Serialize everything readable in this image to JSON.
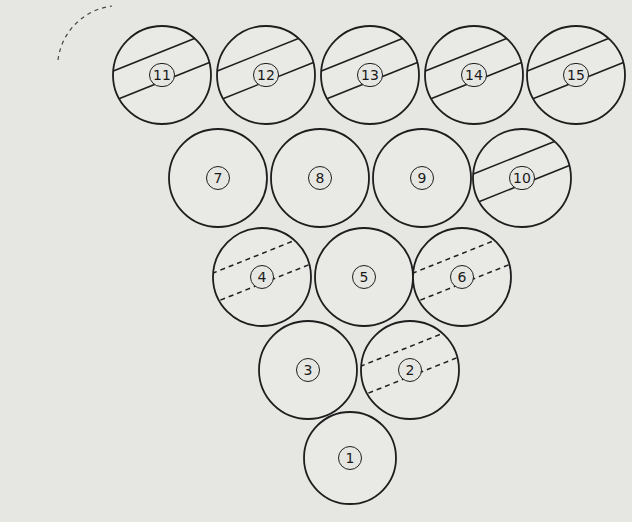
{
  "diagram": {
    "nodes": [
      {
        "text": [
          "11"
        ]
      },
      {
        "text": [
          "12"
        ]
      },
      {
        "text": [
          "13"
        ]
      },
      {
        "text": [
          "14"
        ]
      },
      {
        "text": [
          "15"
        ]
      },
      {
        "text": [
          "7"
        ]
      },
      {
        "text": [
          "8"
        ]
      },
      {
        "text": [
          "9"
        ]
      },
      {
        "text": [
          "10"
        ]
      },
      {
        "text": [
          "4"
        ]
      },
      {
        "text": [
          "5"
        ]
      },
      {
        "text": [
          "6"
        ]
      },
      {
        "text": [
          "3"
        ]
      },
      {
        "text": [
          "2"
        ]
      },
      {
        "text": [
          "1"
        ]
      }
    ]
  }
}
